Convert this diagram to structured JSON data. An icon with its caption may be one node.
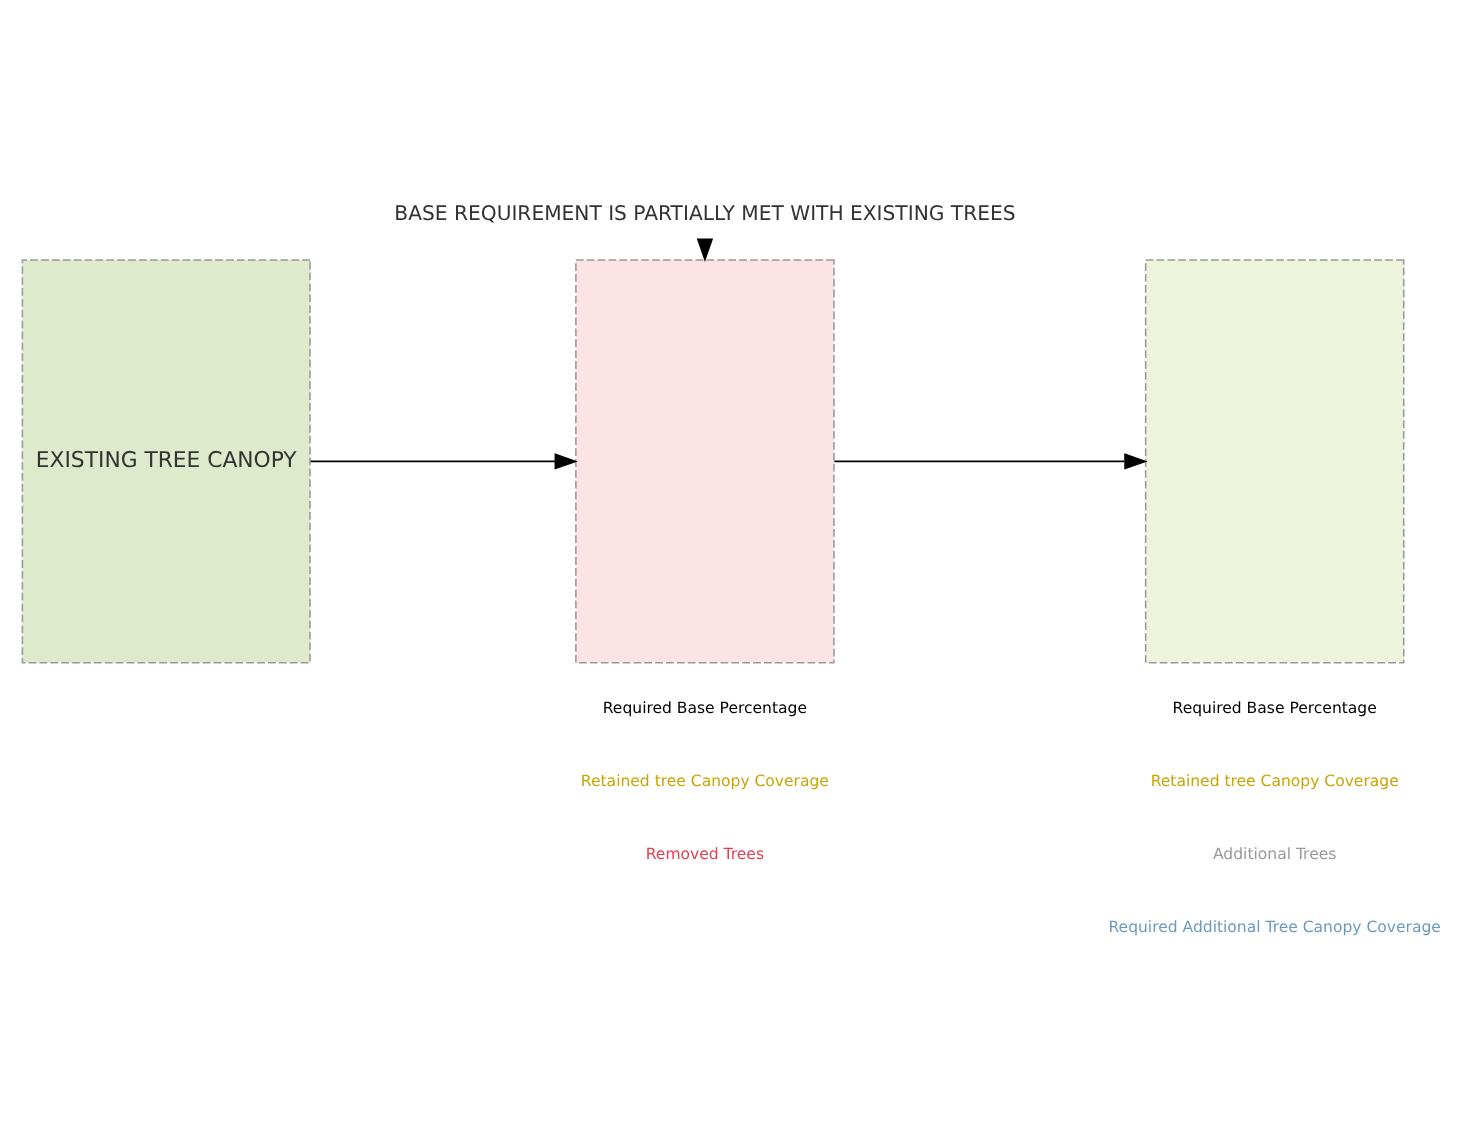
{
  "diagram": {
    "nodes": [
      {
        "text": [
          "EXISTING TREE CANOPY"
        ]
      },
      {
        "text": [],
        "shape": "box"
      },
      {
        "text": [],
        "shape": "box"
      },
      {
        "text": [
          "BASE REQUIREMENT IS PARTIALLY MET WITH EXISTING TREES"
        ]
      }
    ],
    "edges": [
      {
        "from": 0,
        "to": 1,
        "arrow": "to"
      },
      {
        "from": 1,
        "to": 2,
        "arrow": "to"
      },
      {
        "from": 3,
        "to": 1,
        "arrow": "to"
      }
    ],
    "legend": [
      {
        "text": "Required Base Percentage"
      },
      {
        "text": "Retained tree Canopy Coverage"
      },
      {
        "text": "Removed Trees"
      },
      {
        "text": "Required Base Percentage"
      },
      {
        "text": "Retained tree Canopy Coverage"
      },
      {
        "text": "Additional Trees"
      },
      {
        "text": "Required Additional Tree Canopy Coverage"
      }
    ]
  }
}
